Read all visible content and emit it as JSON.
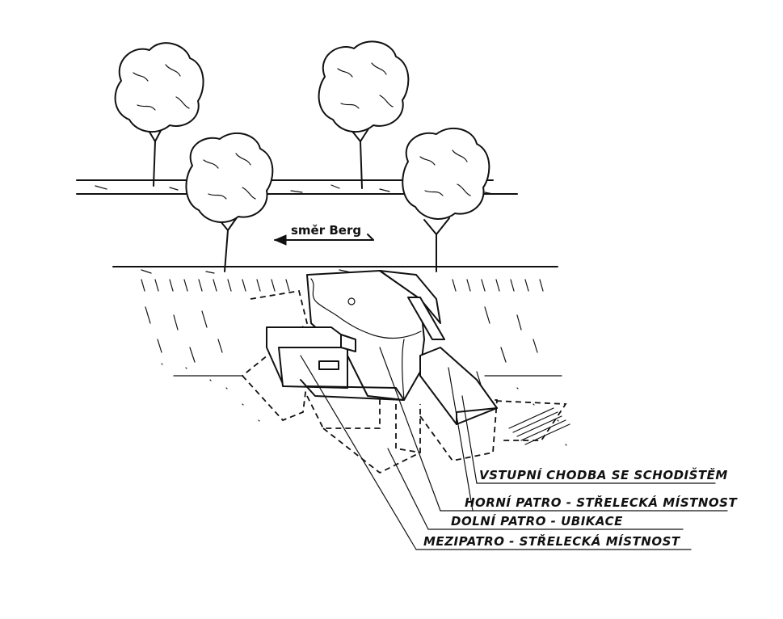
{
  "direction_label": "směr Berg",
  "labels": [
    {
      "id": "entrance",
      "text": "VSTUPNÍ CHODBA SE SCHODIŠTĚM"
    },
    {
      "id": "upper",
      "text": "HORNÍ PATRO - STŘELECKÁ MÍSTNOST"
    },
    {
      "id": "lower",
      "text": "DOLNÍ PATRO - UBIKACE"
    },
    {
      "id": "mezzanine",
      "text": "MEZIPATRO - STŘELECKÁ MÍSTNOST"
    }
  ],
  "colors": {
    "ink": "#111111",
    "paper": "#ffffff"
  }
}
